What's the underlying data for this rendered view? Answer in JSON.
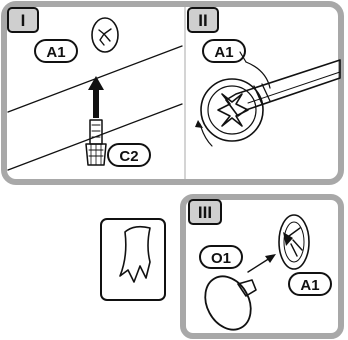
{
  "steps": [
    {
      "number": "I"
    },
    {
      "number": "II"
    },
    {
      "number": "III"
    }
  ],
  "labels": {
    "panel1_cap_part": "A1",
    "panel1_tool_part": "C2",
    "panel2_cap_part": "A1",
    "panel3_disc_part": "O1",
    "panel3_cap_part": "A1"
  },
  "colors": {
    "frame": "#a8a8a8",
    "step_box": "#cfcfcf",
    "ink": "#111111"
  }
}
